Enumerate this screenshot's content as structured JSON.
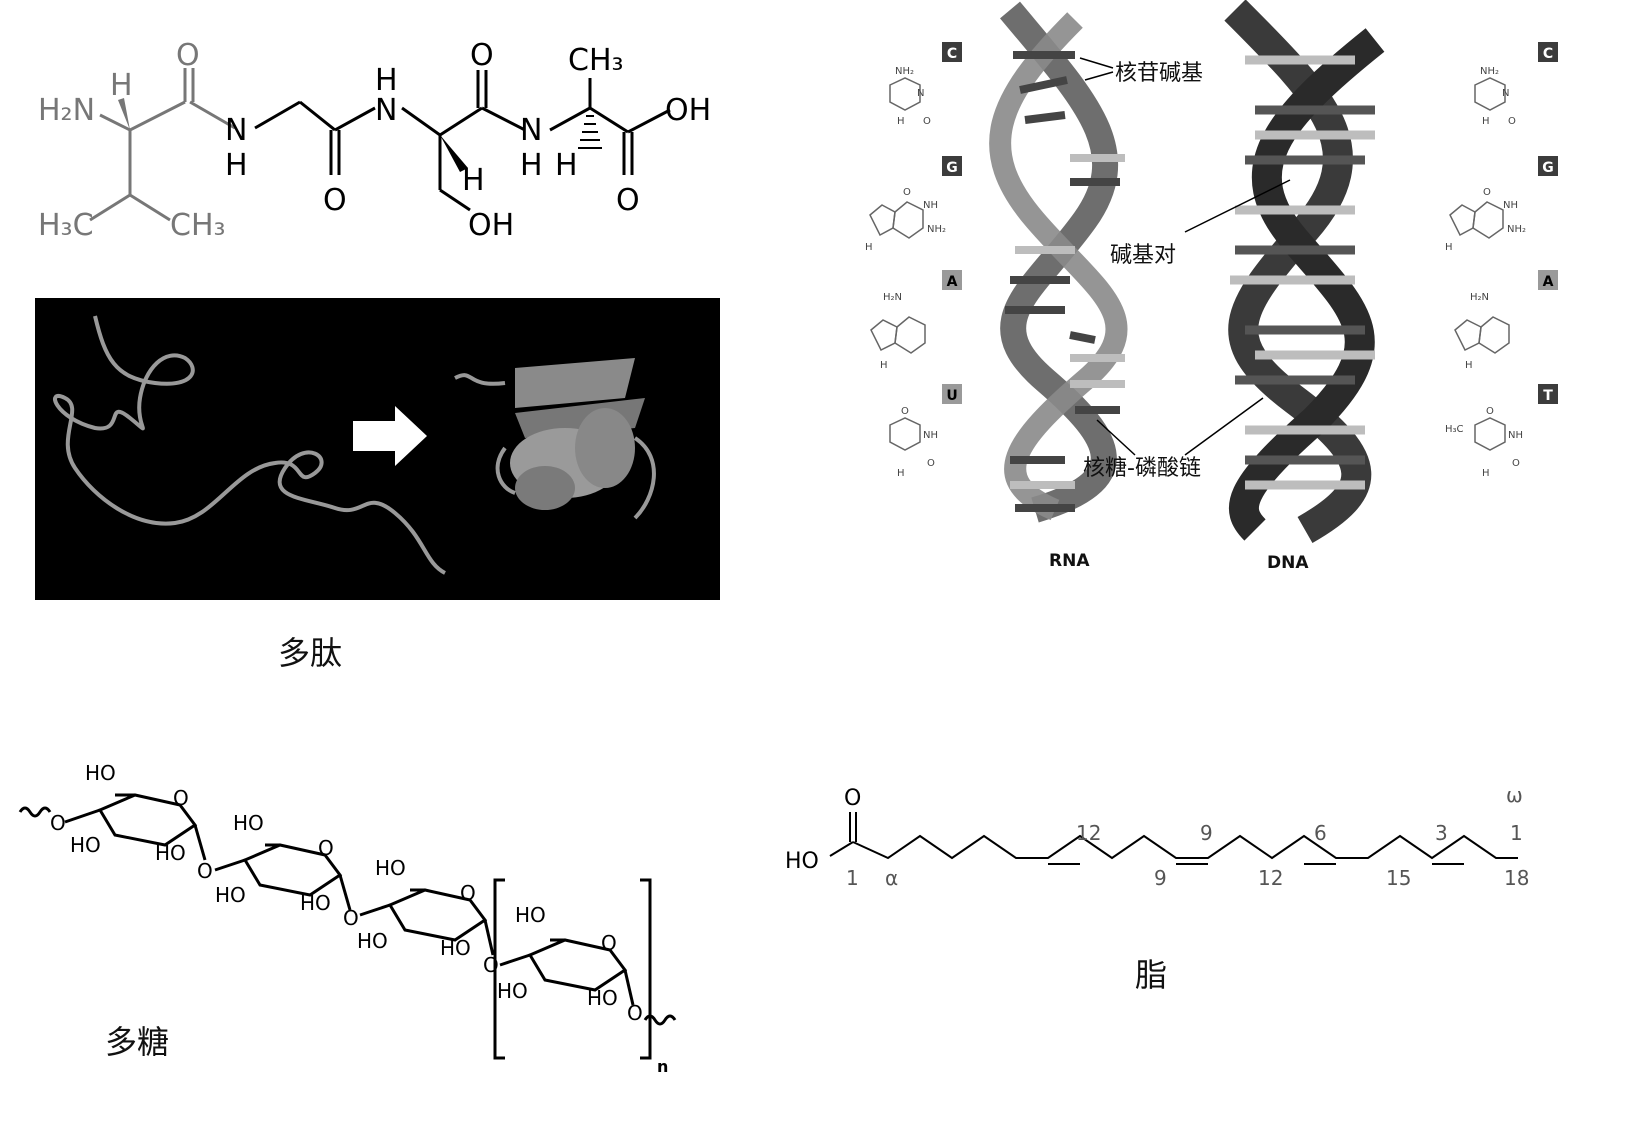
{
  "peptide": {
    "atoms": {
      "h2n": "H₂N",
      "h_top": "H",
      "o1": "O",
      "nh1_n": "N",
      "nh1_h": "H",
      "o2": "O",
      "nh2_h": "H",
      "nh2_n": "N",
      "h_mid": "H",
      "oh_side": "OH",
      "o3": "O",
      "nh3_n": "N",
      "nh3_h": "H",
      "h_right": "H",
      "ch3_top": "CH₃",
      "o4": "O",
      "oh_acid": "OH",
      "h3c_left": "H₃C",
      "ch3_right": "CH₃"
    },
    "caption": "多肽"
  },
  "nucleic": {
    "labels": {
      "nucleobase": "核苷碱基",
      "base_pair": "碱基对",
      "backbone": "核糖-磷酸链",
      "rna": "RNA",
      "dna": "DNA"
    },
    "rna_bases": [
      "C",
      "G",
      "A",
      "U"
    ],
    "dna_bases": [
      "C",
      "G",
      "A",
      "T"
    ],
    "base_atoms": {
      "nh2": "NH₂",
      "h2n": "H₂N",
      "n": "N",
      "h": "H",
      "o": "O",
      "nh": "NH",
      "h3c": "H₃C"
    }
  },
  "polysaccharide": {
    "labels": {
      "ho_a1": "HO",
      "o_a_ring": "O",
      "ho_a2": "HO",
      "ho_a3": "HO",
      "o_link1": "O",
      "ho_b1": "HO",
      "o_b_ring": "O",
      "ho_b2": "HO",
      "ho_b3": "HO",
      "o_link2": "O",
      "ho_c1": "HO",
      "o_c_ring": "O",
      "ho_c2": "HO",
      "ho_c3": "HO",
      "o_link3": "O",
      "ho_d1": "HO",
      "o_d_ring": "O",
      "ho_d2": "HO",
      "ho_d3": "HO",
      "o_end": "O",
      "o_start": "O",
      "n": "n"
    },
    "caption": "多糖"
  },
  "fatty_acid": {
    "labels": {
      "o": "O",
      "ho": "HO",
      "c1": "1",
      "alpha": "α",
      "top12": "12",
      "bot9": "9",
      "top9": "9",
      "bot12": "12",
      "top6": "6",
      "bot15": "15",
      "top3": "3",
      "top1": "1",
      "bot18": "18",
      "omega": "ω"
    },
    "caption": "脂"
  },
  "colors": {
    "peptide_gray": "#7a7a7a",
    "rna_strand": "#6e6e6e",
    "dna_strand": "#3a3a3a",
    "base_light": "#bdbdbd",
    "badge_dark": "#3c3c3c",
    "badge_light": "#9a9a9a"
  }
}
